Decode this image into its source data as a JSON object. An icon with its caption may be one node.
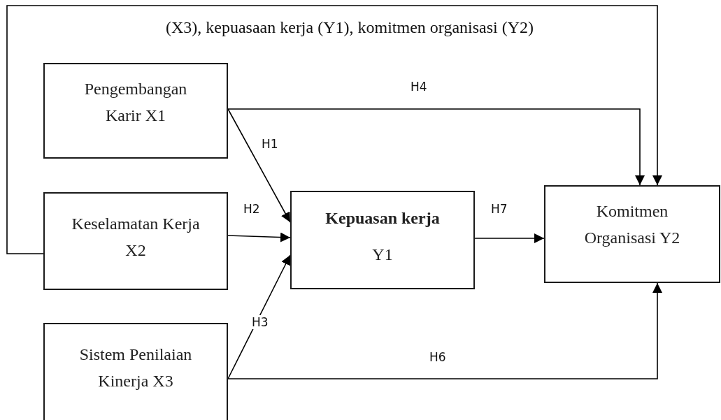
{
  "diagram": {
    "nodes": [
      {
        "text": [
          "Pengembangan Karir X1"
        ]
      },
      {
        "text": [
          "Keselamatan Kerja X2"
        ]
      },
      {
        "text": [
          "Sistem Penilaian Kinerja X3"
        ]
      },
      {
        "text": [
          "Kepuasan kerja",
          "Y1"
        ]
      },
      {
        "text": [
          "Komitmen Organisasi Y2"
        ]
      }
    ],
    "edges": [
      {
        "from": 0,
        "to": 3,
        "arrow": "to",
        "label": "H1"
      },
      {
        "from": 1,
        "to": 3,
        "arrow": "to",
        "label": "H2"
      },
      {
        "from": 2,
        "to": 3,
        "arrow": "to",
        "label": "H3"
      },
      {
        "from": 0,
        "to": 4,
        "arrow": "to",
        "label": "H4"
      },
      {
        "from": 1,
        "to": 4,
        "arrow": "to",
        "label": "(X3), kepuasaan kerja (Y1), komitmen organisasi (Y2)"
      },
      {
        "from": 2,
        "to": 4,
        "arrow": "to",
        "label": "H6"
      },
      {
        "from": 3,
        "to": 4,
        "arrow": "to",
        "label": "H7"
      }
    ]
  }
}
